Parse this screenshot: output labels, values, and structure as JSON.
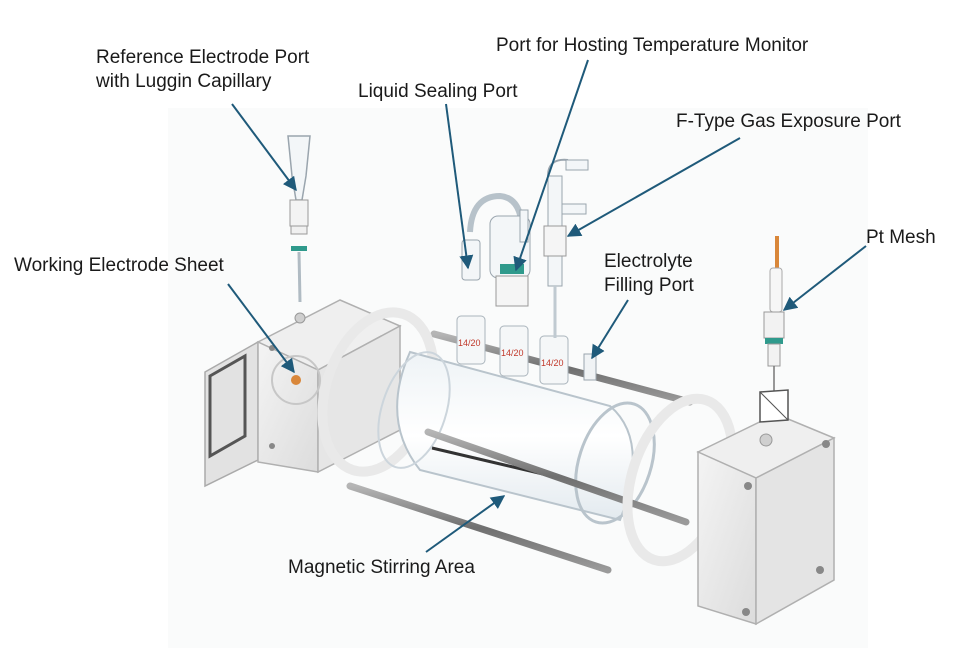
{
  "labels": {
    "reference_port": {
      "line1": "Reference Electrode Port",
      "line2": "with Luggin Capillary"
    },
    "temperature_port": "Port for Hosting Temperature Monitor",
    "liquid_sealing_port": "Liquid Sealing Port",
    "gas_exposure_port": "F-Type Gas Exposure Port",
    "working_electrode": "Working Electrode Sheet",
    "pt_mesh": "Pt Mesh",
    "electrolyte_port": {
      "line1": "Electrolyte",
      "line2": "Filling Port"
    },
    "stirring_area": "Magnetic Stirring Area"
  },
  "joint_marking": "14/20",
  "colors": {
    "arrow": "#1f5a7a",
    "ptfe": "#e9e9e9",
    "ptfe_edge": "#b9b9b9",
    "glass": "#c9d3da",
    "rod": "#8a8a8a",
    "teal_ring": "#2f9a8c",
    "copper": "#d9873a",
    "joint_text": "#c0392b"
  }
}
